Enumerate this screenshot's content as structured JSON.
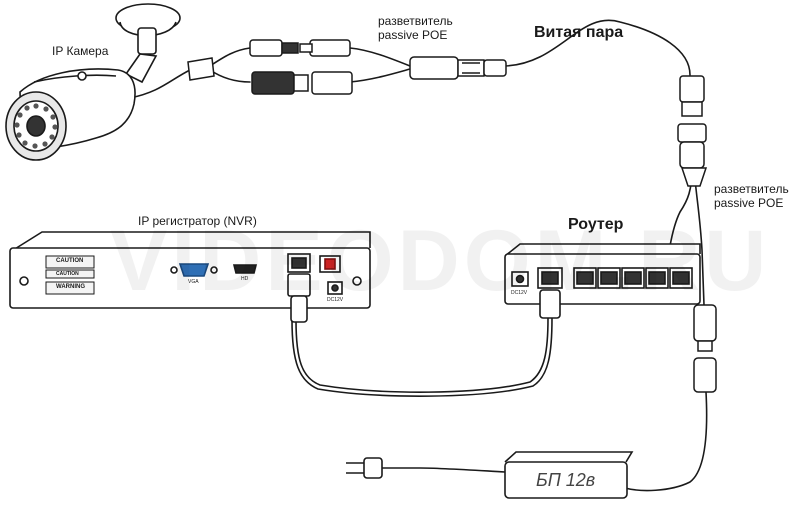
{
  "labels": {
    "ip_camera": "IP Камера",
    "splitter_top": "разветвитель\npassive POE",
    "twisted_pair": "Витая пара",
    "splitter_right": "разветвитель\npassive POE",
    "router": "Роутер",
    "nvr": "IP регистратор (NVR)",
    "power_supply": "БП 12в"
  },
  "nvr_panel": {
    "caution_1": "CAUTION",
    "caution_2": "CAUTION",
    "warning": "WARNING",
    "vga": "VGA",
    "hdmi": "HD",
    "dc": "DC12V"
  },
  "router_panel": {
    "dc": "DC12V"
  },
  "watermark": "VIDEODOM.RU",
  "colors": {
    "line": "#1a1a1a",
    "vga_port": "#2f6fb5",
    "power_switch": "#cc2222"
  }
}
